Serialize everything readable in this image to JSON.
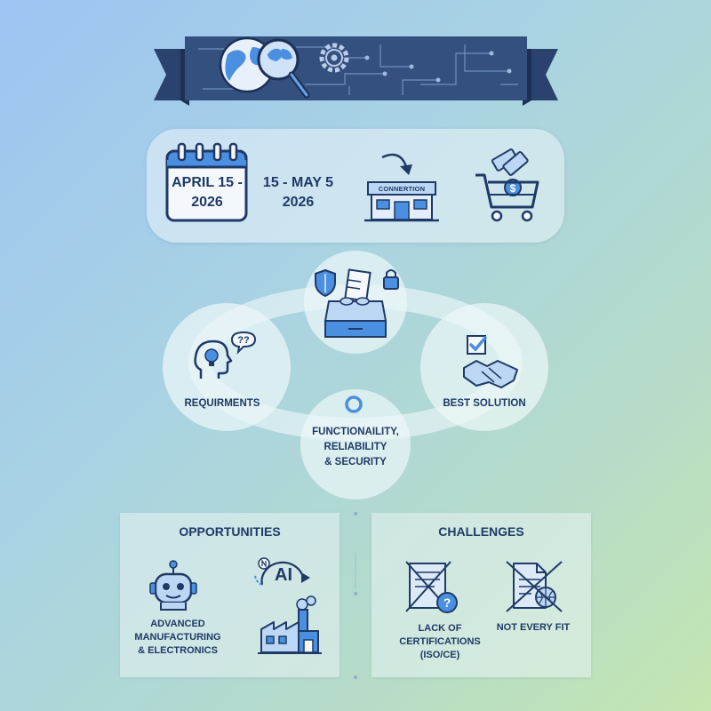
{
  "dates": {
    "start_line1": "APRIL 15 -",
    "start_line2": "2026",
    "end_line1": "15 - MAY 5",
    "end_line2": "2026"
  },
  "store": {
    "sign": "CONNERTION"
  },
  "cycle": {
    "requirements": "REQUIRMENTS",
    "best_solution": "BEST SOLUTION",
    "func_line1": "FUNCTIONAILITY,",
    "func_line2": "RELIABILITY",
    "func_line3": "& SECURITY"
  },
  "opportunities": {
    "title": "OPPORTUNITIES",
    "ai_label": "AI",
    "line1": "ADVANCED",
    "line2": "MANUFACTURING",
    "line3": "& ELECTRONICS"
  },
  "challenges": {
    "title": "CHALLENGES",
    "lack_line1": "LACK OF",
    "lack_line2": "CERTIFICATIONS",
    "lack_line3": "(ISO/CE)",
    "fit": "NOT EVERY FIT"
  },
  "colors": {
    "navy": "#1f3a66",
    "banner": "#2f4a7a",
    "accent_blue": "#4a8fe0",
    "light_blue": "#bcd7f3"
  }
}
